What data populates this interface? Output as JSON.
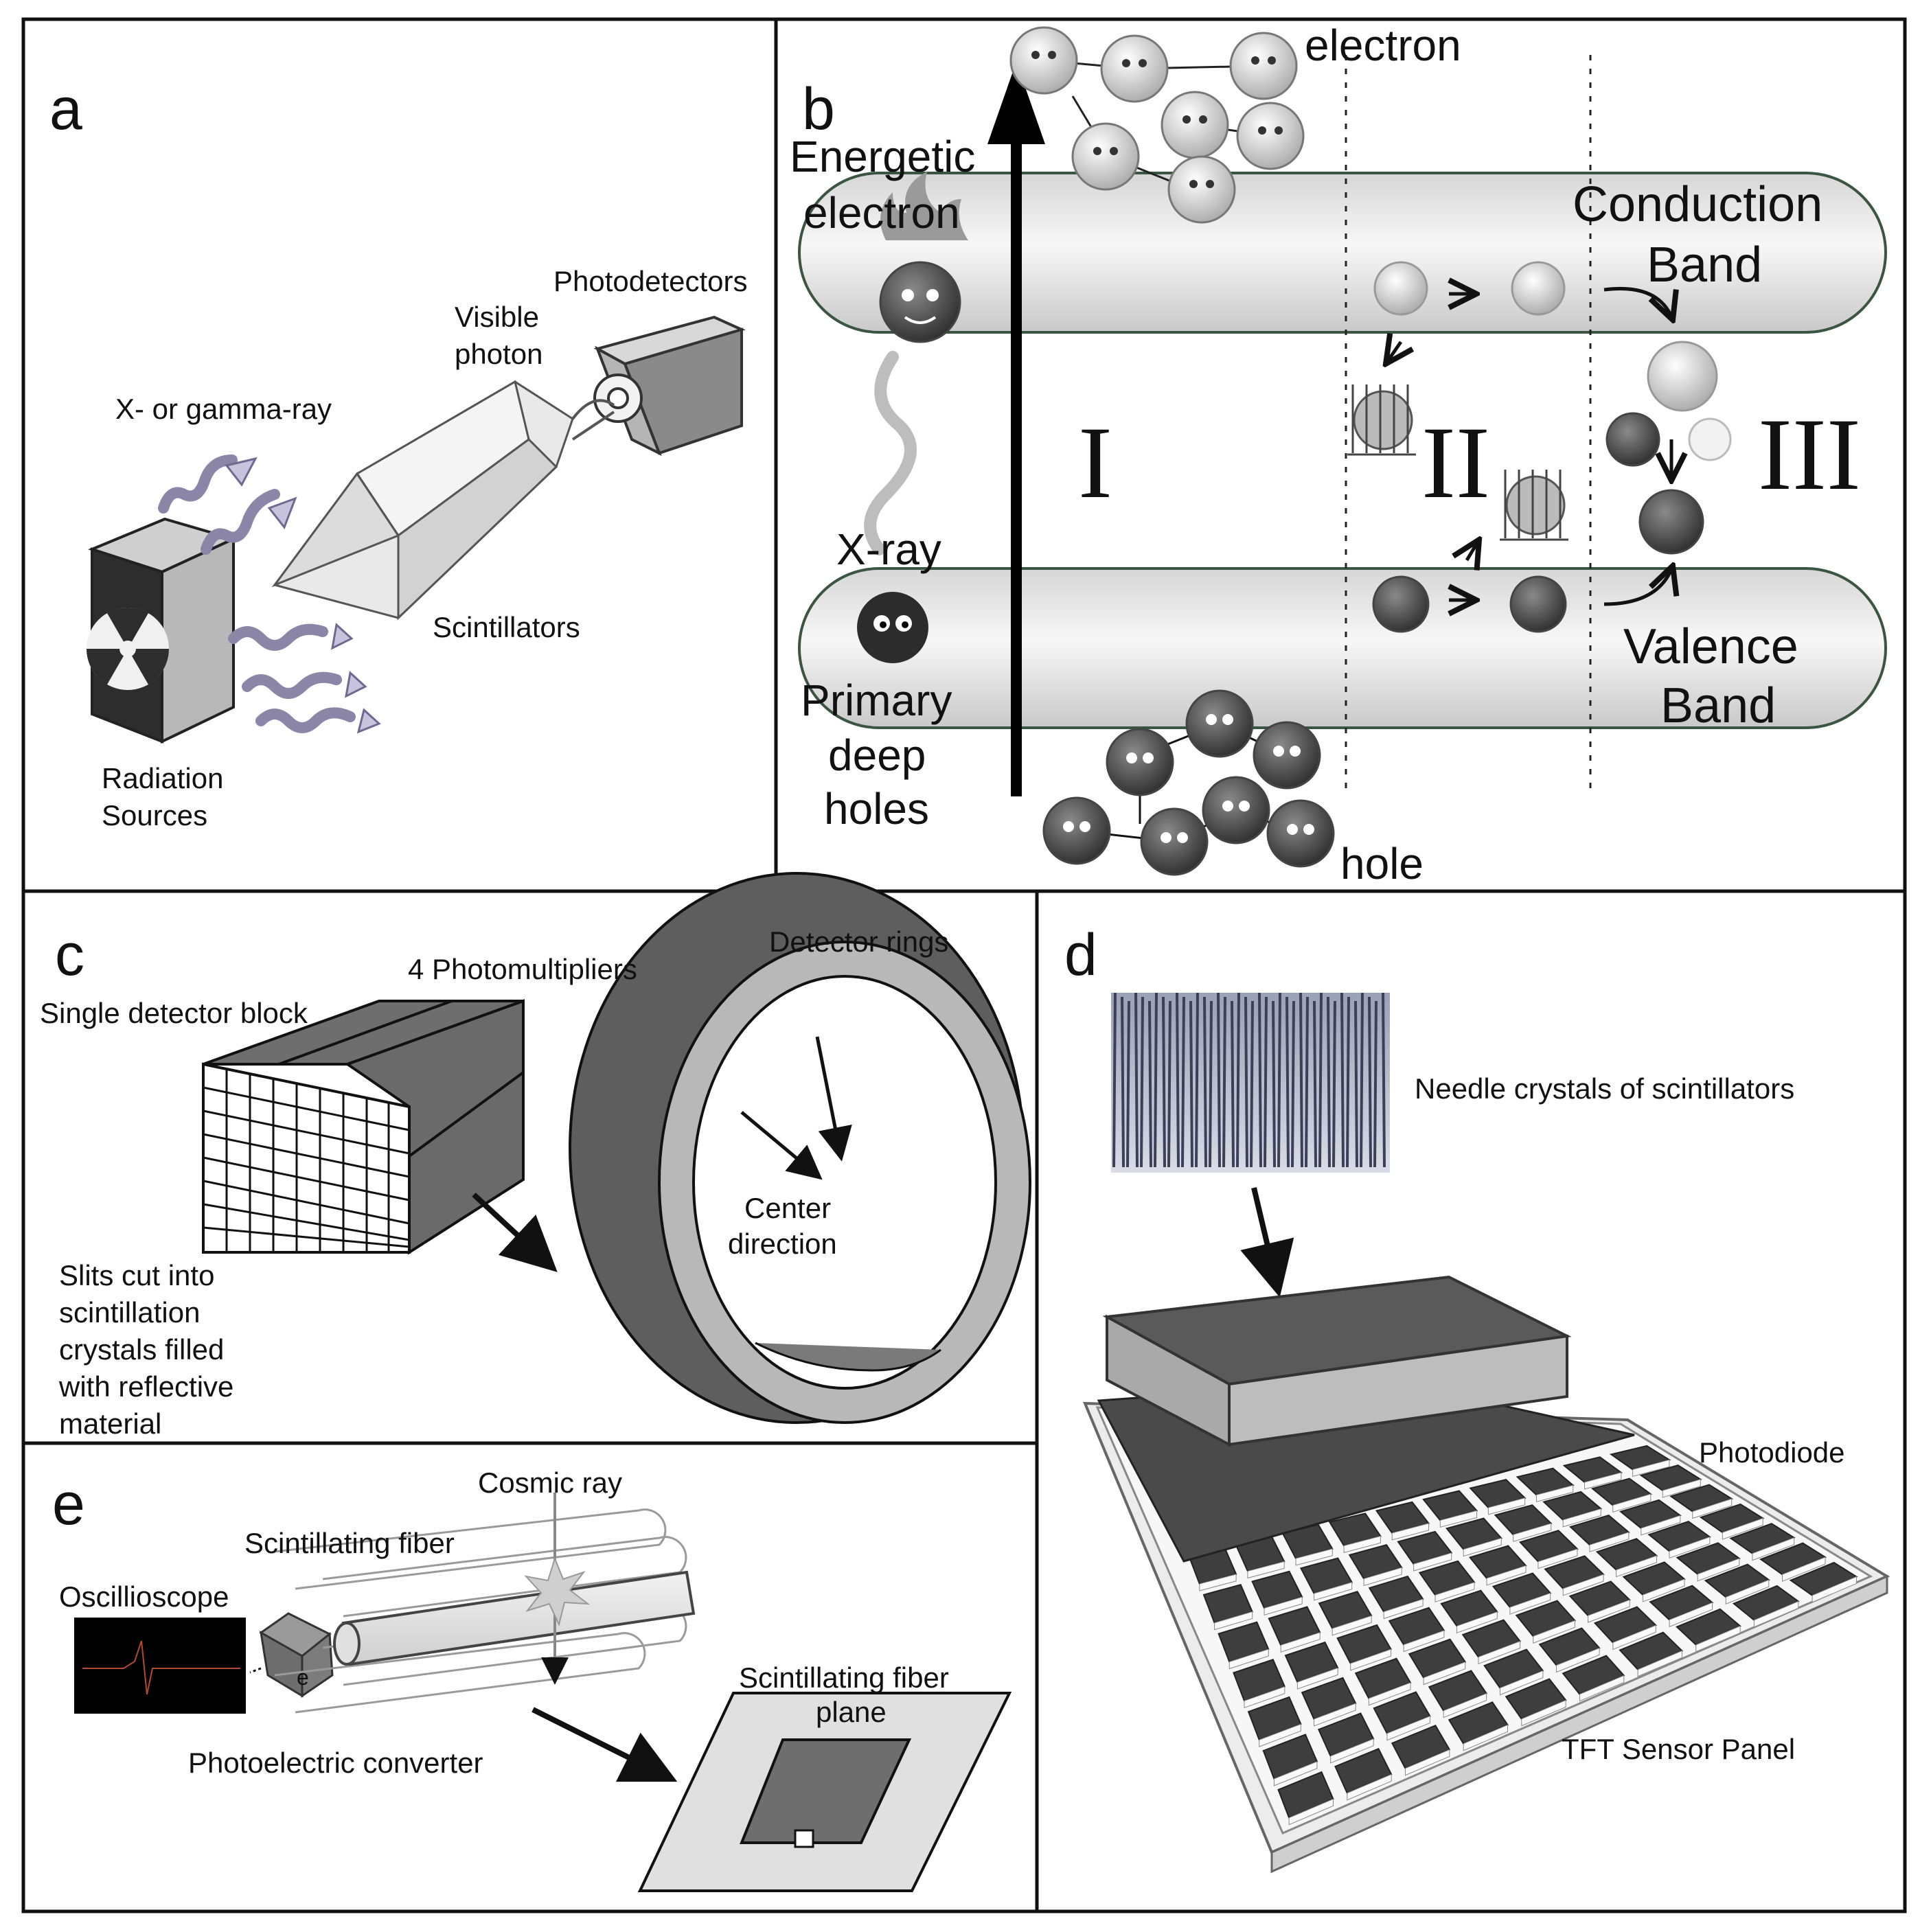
{
  "panels": {
    "a": {
      "letter": "a",
      "x_ray": "X- or gamma-ray",
      "visible": "Visible",
      "photon": "photon",
      "photodetectors": "Photodetectors",
      "scintillators": "Scintillators",
      "radiation": "Radiation",
      "sources": "Sources"
    },
    "b": {
      "letter": "b",
      "electron": "electron",
      "energetic": "Energetic",
      "energetic_electron": "electron",
      "conduction": "Conduction",
      "conduction_band": "Band",
      "xray": "X-ray",
      "region1": "I",
      "region2": "II",
      "region3": "III",
      "valence": "Valence",
      "valence_band": "Band",
      "primary": "Primary",
      "deep": "deep",
      "holes": "holes",
      "hole": "hole"
    },
    "c": {
      "letter": "c",
      "photomultipliers": "4 Photomultipliers",
      "single_block": "Single detector block",
      "detector_rings": "Detector rings",
      "center": "Center",
      "direction": "direction",
      "slits": [
        "Slits cut into",
        "scintillation",
        "crystals filled",
        "with reflective",
        "material"
      ]
    },
    "d": {
      "letter": "d",
      "needle": "Needle crystals of scintillators",
      "photodiode": "Photodiode",
      "tft": "TFT Sensor Panel"
    },
    "e": {
      "letter": "e",
      "cosmic": "Cosmic ray",
      "fiber": "Scintillating fiber",
      "oscilloscope": "Oscillioscope",
      "converter": "Photoelectric converter",
      "plane1": "Scintillating fiber",
      "plane2": "plane",
      "e_label": "e"
    }
  }
}
